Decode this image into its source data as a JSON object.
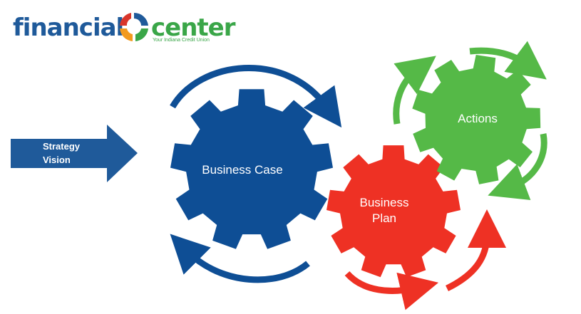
{
  "logo": {
    "word_left": "financial",
    "word_right": "center",
    "tagline": "Your Indiana Credit Union",
    "colors": {
      "blue": "#1f5a9a",
      "green": "#3aa648",
      "orange": "#f29a1f",
      "red": "#d9352a"
    }
  },
  "input_arrow": {
    "lines": [
      "Strategy",
      "Vision"
    ],
    "color": "#1f5a9a"
  },
  "gears": [
    {
      "id": "business-case",
      "label": "Business Case",
      "color": "#0e4e95"
    },
    {
      "id": "business-plan",
      "label_lines": [
        "Business",
        "Plan"
      ],
      "color": "#ee3124"
    },
    {
      "id": "actions",
      "label": "Actions",
      "color": "#55b947"
    }
  ]
}
